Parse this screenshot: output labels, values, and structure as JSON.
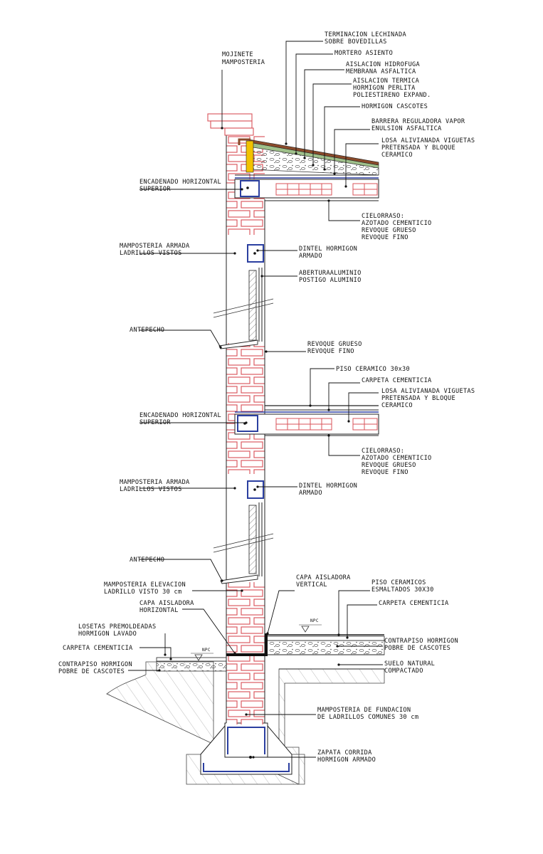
{
  "colors": {
    "brick": "#d9535a",
    "rebar": "#2b3fa0",
    "insulation_green": "#9fc08a",
    "membrane_brown": "#8a4a2a",
    "insulation_yellow": "#f2c200",
    "text": "#111111"
  },
  "levels": {
    "npc_exterior": "NPC",
    "npc_interior": "NPC"
  },
  "labels": {
    "mojinete": [
      "MOJINETE",
      "MAMPOSTERIA"
    ],
    "terminacion": [
      "TERMINACION LECHINADA",
      "SOBRE BOVEDILLAS"
    ],
    "mortero": [
      "MORTERO ASIENTO"
    ],
    "aislacion_hidrofuga": [
      "AISLACION HIDROFUGA",
      "MEMBRANA ASFALTICA"
    ],
    "aislacion_termica": [
      "AISLACION TERMICA",
      "HORMIGON PERLITA",
      "POLIESTIRENO EXPAND."
    ],
    "hormigon_cascotes": [
      "HORMIGON CASCOTES"
    ],
    "barrera_vapor": [
      "BARRERA REGULADORA VAPOR",
      "ENULSION ASFALTICA"
    ],
    "losa_superior": [
      "LOSA ALIVIANADA VIGUETAS",
      "PRETENSADA Y BLOQUE",
      "CERAMICO"
    ],
    "encadenado_1": [
      "ENCADENADO HORIZONTAL",
      "SUPERIOR"
    ],
    "cielorraso_1": [
      "CIELORRASO:",
      "AZOTADO CEMENTICIO",
      "REVOQUE GRUESO",
      "REVOQUE FINO"
    ],
    "mamposteria_armada_1": [
      "MAMPOSTERIA ARMADA",
      "LADRILLOS VISTOS"
    ],
    "dintel_1": [
      "DINTEL HORMIGON",
      "ARMADO"
    ],
    "abertura": [
      "ABERTURAALUMINIO",
      "POSTIGO ALUMINIO"
    ],
    "antepecho_1": [
      "ANTEPECHO"
    ],
    "revoque": [
      "REVOQUE GRUESO",
      "REVOQUE FINO"
    ],
    "piso_ceramico": [
      "PISO CERAMICO 30x30"
    ],
    "carpeta_1": [
      "CARPETA CEMENTICIA"
    ],
    "losa_intermedia": [
      "LOSA ALIVIANADA VIGUETAS",
      "PRETENSADA Y BLOQUE",
      "CERAMICO"
    ],
    "encadenado_2": [
      "ENCADENADO HORIZONTAL",
      "SUPERIOR"
    ],
    "cielorraso_2": [
      "CIELORRASO:",
      "AZOTADO CEMENTICIO",
      "REVOQUE GRUESO",
      "REVOQUE FINO"
    ],
    "mamposteria_armada_2": [
      "MAMPOSTERIA ARMADA",
      "LADRILLOS VISTOS"
    ],
    "dintel_2": [
      "DINTEL HORMIGON",
      "ARMADO"
    ],
    "antepecho_2": [
      "ANTEPECHO"
    ],
    "mamposteria_elevacion": [
      "MAMPOSTERIA ELEVACION",
      "LADRILLO VISTO 30 cm"
    ],
    "capa_vertical": [
      "CAPA AISLADORA",
      "VERTICAL"
    ],
    "piso_esmaltados": [
      "PISO CERAMICOS",
      "ESMALTADOS 30X30"
    ],
    "capa_horizontal": [
      "CAPA AISLADORA",
      "HORIZONTAL"
    ],
    "carpeta_2": [
      "CARPETA CEMENTICIA"
    ],
    "losetas": [
      "LOSETAS PREMOLDEADAS",
      "HORMIGON LAVADO"
    ],
    "contrapiso_interior": [
      "CONTRAPISO HORMIGON",
      "POBRE DE CASCOTES"
    ],
    "carpeta_exterior": [
      "CARPETA CEMENTICIA"
    ],
    "suelo_natural": [
      "SUELO NATURAL",
      "COMPACTADO"
    ],
    "contrapiso_exterior": [
      "CONTRAPISO HORMIGON",
      "POBRE DE CASCOTES"
    ],
    "mamposteria_fundacion": [
      "MAMPOSTERIA DE FUNDACION",
      "DE LADRILLOS COMUNES 30 cm"
    ],
    "zapata": [
      "ZAPATA CORRIDA",
      "HORMIGON ARMADO"
    ]
  }
}
